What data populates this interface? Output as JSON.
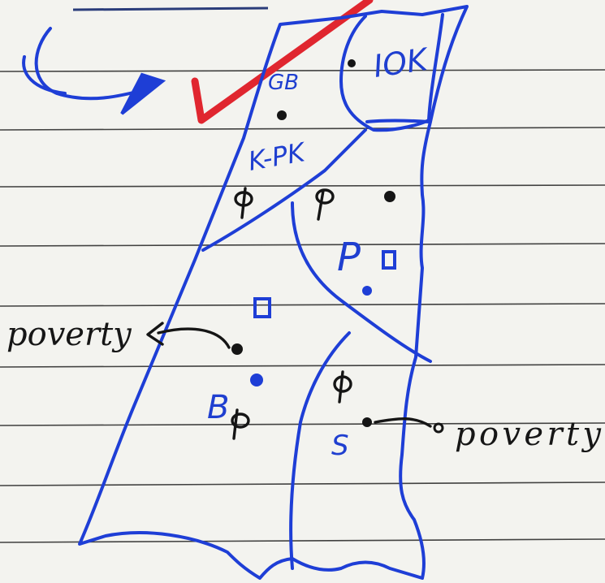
{
  "labels": {
    "region_top_right": "IOK",
    "region_top_left": "GB",
    "region_upper_left": "K-PK",
    "region_center_right": "P",
    "region_lower_left": "B",
    "region_lower_right": "S",
    "annotation_left": "poverty",
    "annotation_right": "poverty"
  },
  "colors": {
    "paper": "#f3f3ef",
    "rule_lines": "#222222",
    "map_ink": "#1e3ed6",
    "marker_ink": "#151515",
    "check_mark": "#e0262f"
  },
  "icons": {
    "curved_arrow": "curved-arrow-icon",
    "check_mark": "check-mark-icon"
  }
}
